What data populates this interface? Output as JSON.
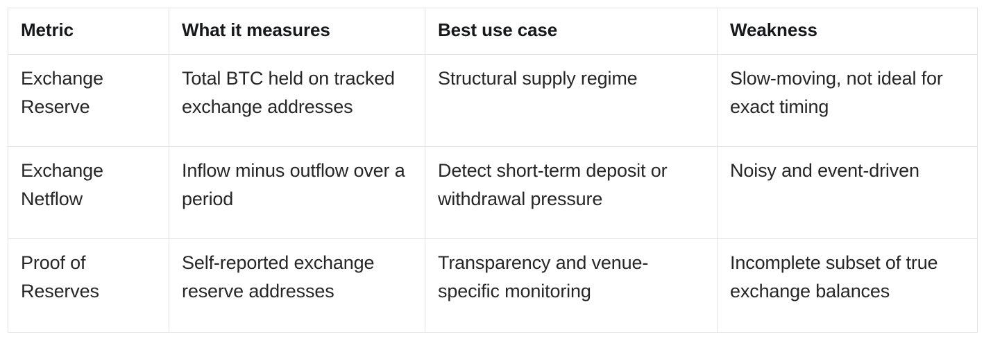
{
  "table": {
    "name": "btc-exchange-metrics-comparison",
    "columns": [
      {
        "key": "metric",
        "label": "Metric"
      },
      {
        "key": "measures",
        "label": "What it measures"
      },
      {
        "key": "use_case",
        "label": "Best use case"
      },
      {
        "key": "weakness",
        "label": "Weakness"
      }
    ],
    "rows": [
      {
        "metric": "Exchange Reserve",
        "measures": "Total BTC held on tracked exchange addresses",
        "use_case": "Structural supply regime",
        "weakness": "Slow-moving, not ideal for exact timing"
      },
      {
        "metric": "Exchange Netflow",
        "measures": "Inflow minus outflow over a period",
        "use_case": "Detect short-term deposit or withdrawal pressure",
        "weakness": "Noisy and event-driven"
      },
      {
        "metric": "Proof of Reserves",
        "measures": "Self-reported exchange reserve addresses",
        "use_case": "Transparency and venue-specific monitoring",
        "weakness": "Incomplete subset of true exchange balances"
      }
    ]
  },
  "colors": {
    "background": "#ffffff",
    "border": "#e1e1e1",
    "header_text": "#16181a",
    "body_text": "#262626"
  }
}
